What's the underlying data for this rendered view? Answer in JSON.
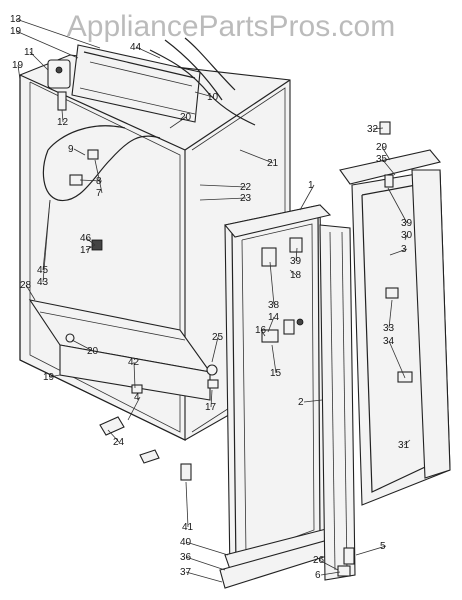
{
  "watermark": "AppliancePartsPros.com",
  "callouts": [
    {
      "id": "13",
      "label": "13"
    },
    {
      "id": "19a",
      "label": "19"
    },
    {
      "id": "11",
      "label": "11"
    },
    {
      "id": "19b",
      "label": "19"
    },
    {
      "id": "44",
      "label": "44"
    },
    {
      "id": "10",
      "label": "10"
    },
    {
      "id": "12",
      "label": "12"
    },
    {
      "id": "20a",
      "label": "20"
    },
    {
      "id": "9",
      "label": "9"
    },
    {
      "id": "8",
      "label": "8"
    },
    {
      "id": "7",
      "label": "7"
    },
    {
      "id": "21",
      "label": "21"
    },
    {
      "id": "22",
      "label": "22"
    },
    {
      "id": "23",
      "label": "23"
    },
    {
      "id": "46",
      "label": "46"
    },
    {
      "id": "17a",
      "label": "17"
    },
    {
      "id": "45",
      "label": "45"
    },
    {
      "id": "43",
      "label": "43"
    },
    {
      "id": "28",
      "label": "28"
    },
    {
      "id": "20b",
      "label": "20"
    },
    {
      "id": "19c",
      "label": "19"
    },
    {
      "id": "42",
      "label": "42"
    },
    {
      "id": "4",
      "label": "4"
    },
    {
      "id": "24",
      "label": "24"
    },
    {
      "id": "25",
      "label": "25"
    },
    {
      "id": "17b",
      "label": "17"
    },
    {
      "id": "32",
      "label": "32"
    },
    {
      "id": "29",
      "label": "29"
    },
    {
      "id": "35",
      "label": "35"
    },
    {
      "id": "39a",
      "label": "39"
    },
    {
      "id": "30",
      "label": "30"
    },
    {
      "id": "3",
      "label": "3"
    },
    {
      "id": "1",
      "label": "1"
    },
    {
      "id": "39b",
      "label": "39"
    },
    {
      "id": "18",
      "label": "18"
    },
    {
      "id": "38",
      "label": "38"
    },
    {
      "id": "14",
      "label": "14"
    },
    {
      "id": "16",
      "label": "16"
    },
    {
      "id": "15",
      "label": "15"
    },
    {
      "id": "33",
      "label": "33"
    },
    {
      "id": "34",
      "label": "34"
    },
    {
      "id": "2",
      "label": "2"
    },
    {
      "id": "31",
      "label": "31"
    },
    {
      "id": "41",
      "label": "41"
    },
    {
      "id": "40",
      "label": "40"
    },
    {
      "id": "36",
      "label": "36"
    },
    {
      "id": "37",
      "label": "37"
    },
    {
      "id": "5",
      "label": "5"
    },
    {
      "id": "26",
      "label": "26"
    },
    {
      "id": "6",
      "label": "6"
    }
  ]
}
